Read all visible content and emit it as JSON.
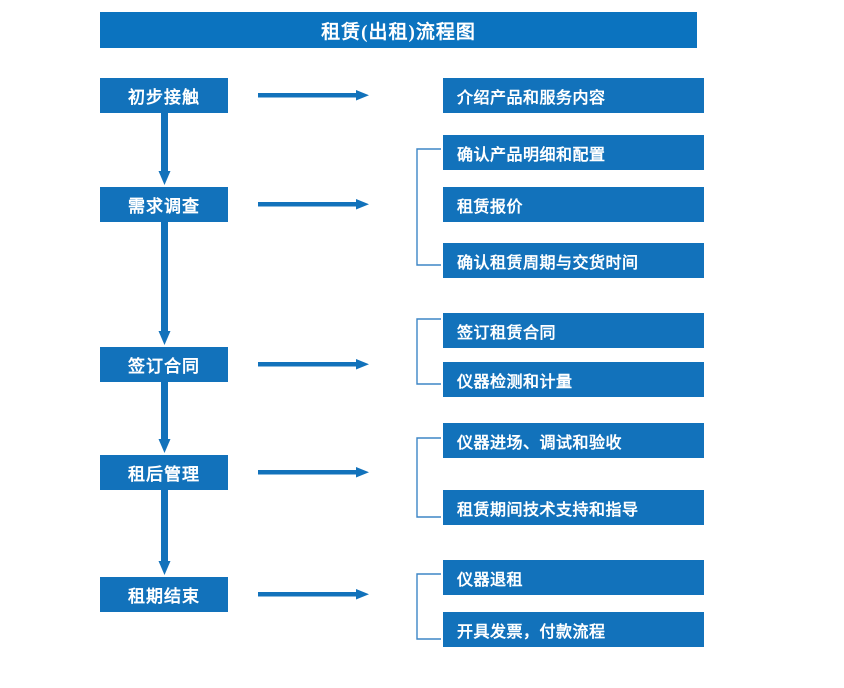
{
  "title": {
    "text": "租赁(出租)流程图"
  },
  "colors": {
    "title_bar": "#0b73bf",
    "box_fill": "#1272bb",
    "box_text": "#ffffff",
    "arrow": "#1272bb",
    "bracket": "#3d85c6",
    "background": "#ffffff"
  },
  "stages": [
    {
      "label": "初步接触"
    },
    {
      "label": "需求调查"
    },
    {
      "label": "签订合同"
    },
    {
      "label": "租后管理"
    },
    {
      "label": "租期结束"
    }
  ],
  "details": [
    {
      "label": "介绍产品和服务内容"
    },
    {
      "label": "确认产品明细和配置"
    },
    {
      "label": "租赁报价"
    },
    {
      "label": "确认租赁周期与交货时间"
    },
    {
      "label": "签订租赁合同"
    },
    {
      "label": "仪器检测和计量"
    },
    {
      "label": "仪器进场、调试和验收"
    },
    {
      "label": "租赁期间技术支持和指导"
    },
    {
      "label": "仪器退租"
    },
    {
      "label": "开具发票，付款流程"
    }
  ]
}
